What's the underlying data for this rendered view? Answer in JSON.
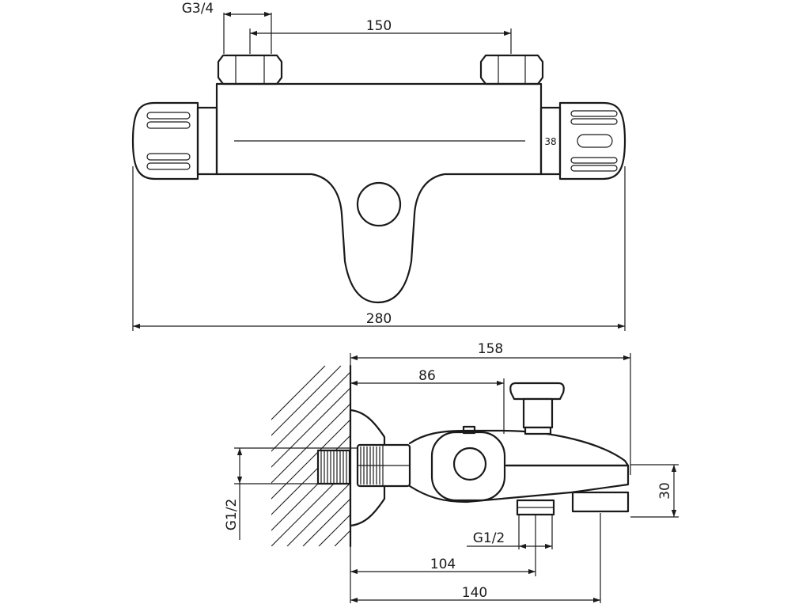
{
  "top_view": {
    "dim_thread_top": "G3/4",
    "dim_inlet_spacing": "150",
    "dim_overall_width": "280",
    "temperature_mark": "38"
  },
  "side_view": {
    "dim_depth_total": "158",
    "dim_depth_body": "86",
    "dim_wall_thread": "G1/2",
    "dim_outlet_thread": "G1/2",
    "dim_outlet_offset": "104",
    "dim_spout_reach": "140",
    "dim_spout_height": "30"
  }
}
